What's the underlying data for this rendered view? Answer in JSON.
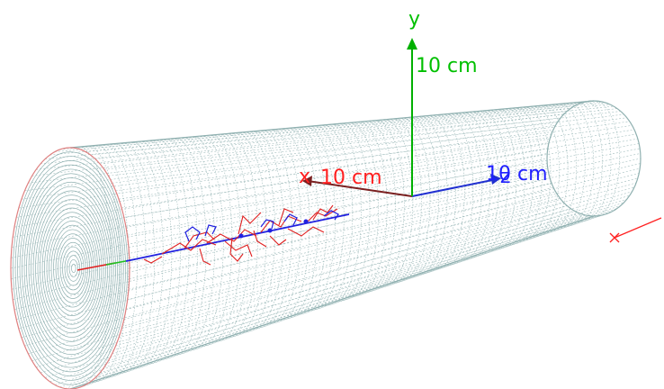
{
  "viewer": {
    "axes": {
      "y": {
        "name": "y",
        "scale_label": "10 cm",
        "color": "#00c000"
      },
      "x": {
        "name": "x",
        "scale_label": "10 cm",
        "color": "#ff2020"
      },
      "z": {
        "name": "z",
        "scale_label": "10 cm",
        "color": "#2020ff"
      }
    },
    "detector": {
      "shape": "cylinder",
      "mesh_color": "#8fb0b0",
      "end_rim_color": "#e08080"
    },
    "tracks": {
      "primary_color": "#2020e0",
      "secondary_color": "#e02020",
      "neutral_color": "#20c020"
    },
    "origin_marker": {
      "shape": "x",
      "color": "#ff2020"
    }
  }
}
